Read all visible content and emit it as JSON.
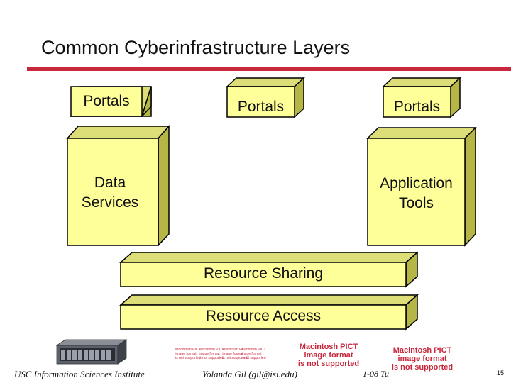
{
  "title": "Common Cyberinfrastructure Layers",
  "colors": {
    "box_face": "#ffff99",
    "box_side": "#b6b646",
    "box_top": "#dede78",
    "accent": "#c8283c"
  },
  "boxes": {
    "portals_left": "Portals",
    "portals_mid": "Portals",
    "portals_right": "Portals",
    "data_services_line1": "Data",
    "data_services_line2": "Services",
    "app_tools_line1": "Application",
    "app_tools_line2": "Tools",
    "resource_sharing": "Resource Sharing",
    "resource_access": "Resource Access"
  },
  "pict": {
    "line1": "Macintosh PICT",
    "line2": "image format",
    "line3": "is not supported"
  },
  "footer": {
    "institute": "USC Information Sciences Institute",
    "author": "Yolanda Gil (gil@isi.edu)",
    "date_fragment": "1-08 Tu",
    "page": "15"
  }
}
